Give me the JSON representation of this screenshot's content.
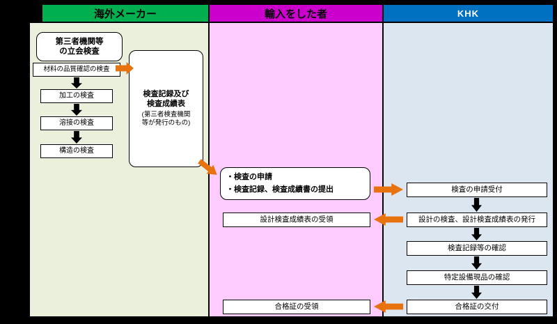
{
  "headers": {
    "overseas": "海外メーカー",
    "importer": "輸入をした者",
    "khk": "KHK"
  },
  "overseas": {
    "witness_title": "第三者機関等\nの立会検査",
    "steps": [
      "材料の品質確認の検査",
      "加工の検査",
      "溶接の検査",
      "構造の検査"
    ],
    "records_main": "検査記録及び\n検査成績表",
    "records_sub": "(第三者検査機関\n等が発行のもの)"
  },
  "importer": {
    "application": "・検査の申請\n・検査記録、検査成績書の提出",
    "design_receipt": "設計検査成績表の受領",
    "cert_receipt": "合格証の受領"
  },
  "khk": {
    "steps": [
      "検査の申請受付",
      "設計の検査、設計検査成績表の発行",
      "検査記録等の確認",
      "特定設備現品の確認",
      "合格証の交付"
    ]
  },
  "colors": {
    "overseas_header": "#00B050",
    "importer_header": "#CC00CC",
    "khk_header": "#0070C0",
    "overseas_bg": "#EAF0DC",
    "importer_bg": "#FFCCFF",
    "khk_bg": "#DCE6F1",
    "arrow_orange": "#E8730E",
    "arrow_black": "#000000"
  }
}
